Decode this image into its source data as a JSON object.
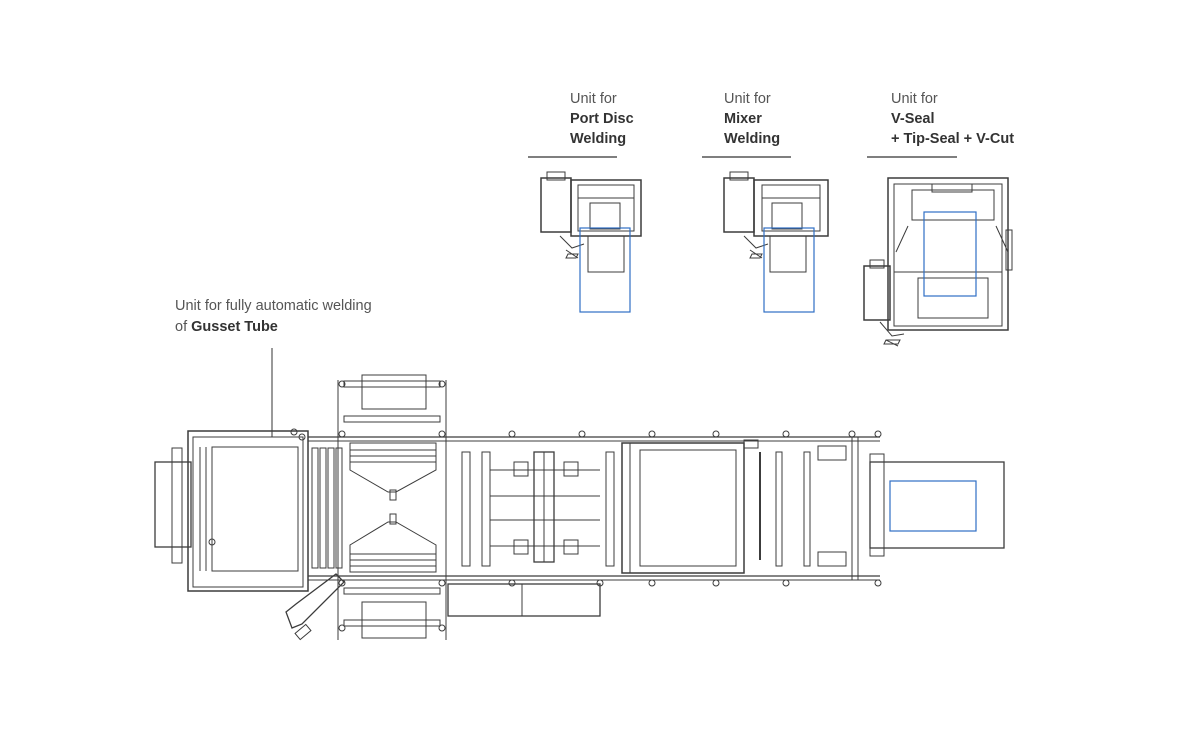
{
  "labels": {
    "port_disc": {
      "line1": "Unit for",
      "line2": "Port Disc",
      "line3": "Welding"
    },
    "mixer": {
      "line1": "Unit for",
      "line2": "Mixer",
      "line3": "Welding"
    },
    "vseal": {
      "line1": "Unit for",
      "line2": "V-Seal",
      "line3": "+ Tip-Seal + V-Cut"
    },
    "gusset": {
      "line1": "Unit for fully automatic welding",
      "line2_prefix": "of ",
      "line2_bold": "Gusset Tube"
    }
  },
  "colors": {
    "line": "#3c3c3c",
    "accent": "#2f6fc4"
  }
}
